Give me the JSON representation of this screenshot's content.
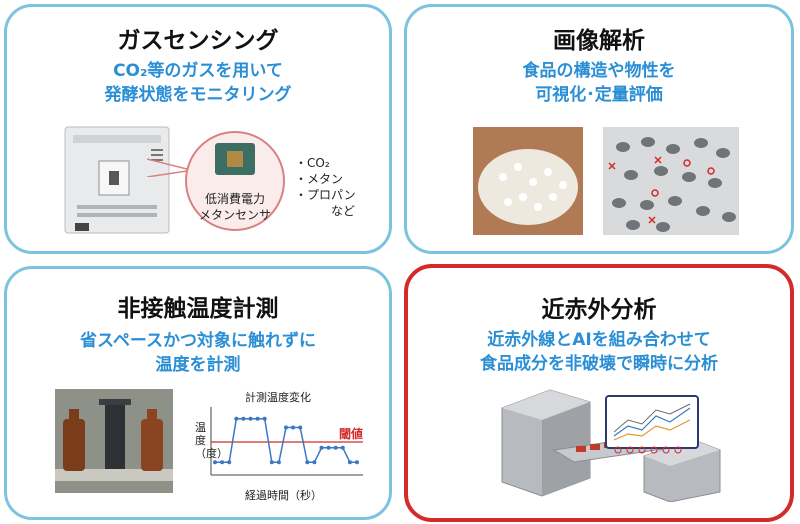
{
  "gas": {
    "title": "ガスセンシング",
    "subtitle1": "CO₂等のガスを用いて",
    "subtitle2": "発酵状態をモニタリング",
    "sensor_label1": "低消費電力",
    "sensor_label2": "メタンセンサ",
    "gas_list": [
      "・CO₂",
      "・メタン",
      "・プロパン",
      "など"
    ]
  },
  "image": {
    "title": "画像解析",
    "subtitle1": "食品の構造や物性を",
    "subtitle2": "可視化･定量評価"
  },
  "temp": {
    "title": "非接触温度計測",
    "subtitle1": "省スペースかつ対象に触れずに",
    "subtitle2": "温度を計測",
    "chart_title": "計測温度変化",
    "ylabel": "温度（度）",
    "xlabel": "経過時間（秒）",
    "threshold_label": "閾値"
  },
  "nir": {
    "title": "近赤外分析",
    "subtitle1": "近赤外線とAIを組み合わせて",
    "subtitle2": "食品成分を非破壊で瞬時に分析"
  },
  "colors": {
    "card_border": "#7cc3e0",
    "highlight_border": "#d42a2a",
    "subtitle": "#2b8fd6",
    "line": "#3a78c4",
    "threshold": "#d42a2a"
  },
  "chart_data": {
    "type": "line",
    "title": "計測温度変化",
    "xlabel": "経過時間（秒）",
    "ylabel": "温度（度）",
    "threshold": 0.5,
    "threshold_label": "閾値",
    "series": [
      {
        "values": [
          0.15,
          0.15,
          0.15,
          0.9,
          0.9,
          0.9,
          0.9,
          0.9,
          0.15,
          0.15,
          0.75,
          0.75,
          0.75,
          0.15,
          0.15,
          0.4,
          0.4,
          0.4,
          0.4,
          0.15,
          0.15
        ]
      }
    ]
  }
}
